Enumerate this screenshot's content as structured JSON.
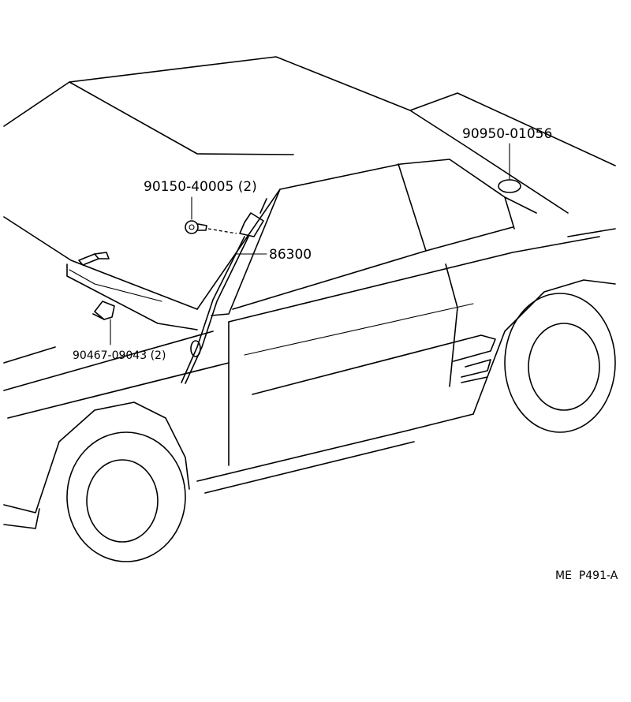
{
  "parts": [
    {
      "number": "90950-01056",
      "id": "grommet"
    },
    {
      "number": "90150-40005 (2)",
      "id": "screw"
    },
    {
      "number": "86300",
      "id": "antenna"
    },
    {
      "number": "90467-09043 (2)",
      "id": "clamp"
    }
  ],
  "reference_code": "ME  P491-A"
}
